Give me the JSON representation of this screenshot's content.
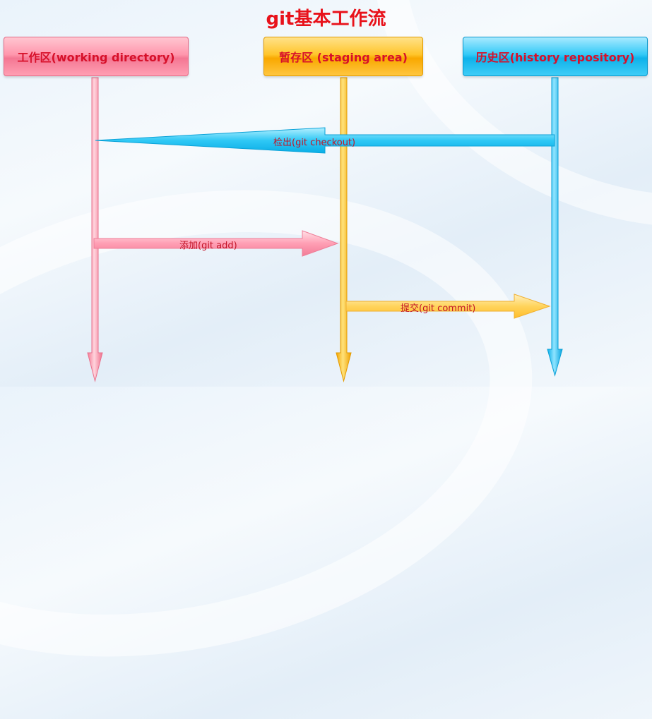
{
  "title": "git基本工作流",
  "areas": {
    "working": "工作区(working directory)",
    "staging": "暂存区 (staging area)",
    "history": "历史区(history repository)"
  },
  "arrows": {
    "checkout": "检出(git checkout)",
    "add": "添加(git add)",
    "commit": "提交(git commit)"
  },
  "colors": {
    "title": "#e8121b",
    "working": "#ff8fa8",
    "staging": "#ffbb22",
    "history": "#18bff2",
    "label": "#c21427"
  }
}
